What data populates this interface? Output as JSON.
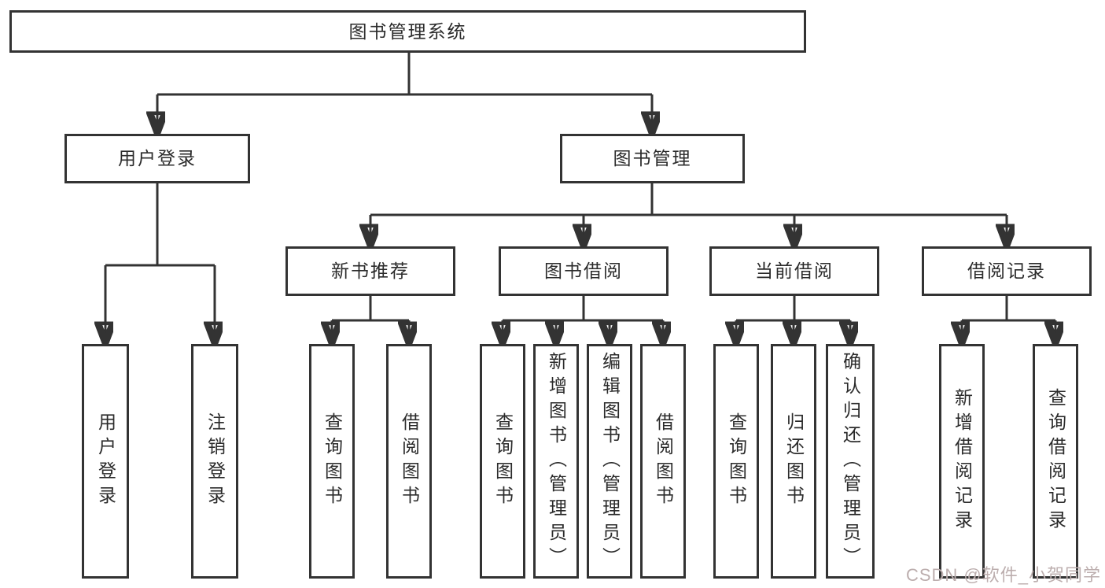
{
  "diagram": {
    "root": {
      "label": "图书管理系统"
    },
    "level2": {
      "user_login": {
        "label": "用户登录"
      },
      "book_mgmt": {
        "label": "图书管理"
      }
    },
    "level3": {
      "new_book": {
        "label": "新书推荐"
      },
      "book_borrow": {
        "label": "图书借阅"
      },
      "current_borrow": {
        "label": "当前借阅"
      },
      "borrow_record": {
        "label": "借阅记录"
      }
    },
    "leaves": {
      "user_login": [
        "用户登录",
        "注销登录"
      ],
      "new_book": [
        "查询图书",
        "借阅图书"
      ],
      "book_borrow": [
        "查询图书",
        "新增图书（管理员）",
        "编辑图书（管理员）",
        "借阅图书"
      ],
      "current_borrow": [
        "查询图书",
        "归还图书",
        "确认归还（管理员）"
      ],
      "borrow_record": [
        "新增借阅记录",
        "查询借阅记录"
      ]
    }
  },
  "watermark": {
    "text": "CSDN @软件_小贺同学"
  },
  "colors": {
    "background": "#ffffff",
    "line": "#333333",
    "box_background": "#ffffff",
    "text": "#2b2b2b",
    "watermark": "#bcaeae"
  }
}
